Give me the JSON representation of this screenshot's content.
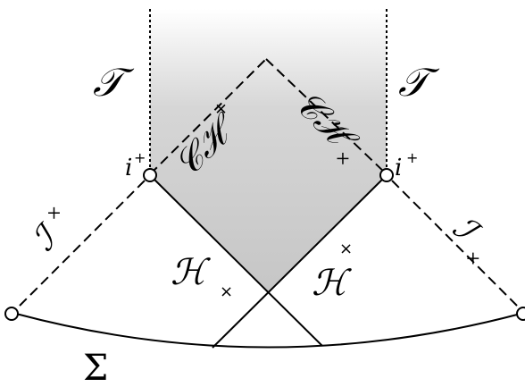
{
  "labels": {
    "T_left": "𝒯",
    "T_right": "𝒯",
    "CH_plus": "𝒞ℋ",
    "CH_plus_sup": "+",
    "CH_cross": "𝒞ℋ",
    "CH_cross_sub": "×",
    "i_plus_left": "i",
    "i_plus_left_sup": "+",
    "i_plus_right": "i",
    "i_plus_right_sup": "+",
    "I_cross_left": "ℐ",
    "I_cross_left_sup": "×",
    "I_cross_right": "ℐ",
    "I_cross_right_sub": "×",
    "H_cross_left": "ℋ",
    "H_cross_left_sub": "×",
    "H_cross_right": "ℋ",
    "H_cross_right_sup": "×",
    "Sigma": "Σ"
  },
  "colors": {
    "shade_top": "#d9d9d9",
    "shade_diamond": "#c8c8c8",
    "line": "#000000",
    "background": "#ffffff"
  }
}
